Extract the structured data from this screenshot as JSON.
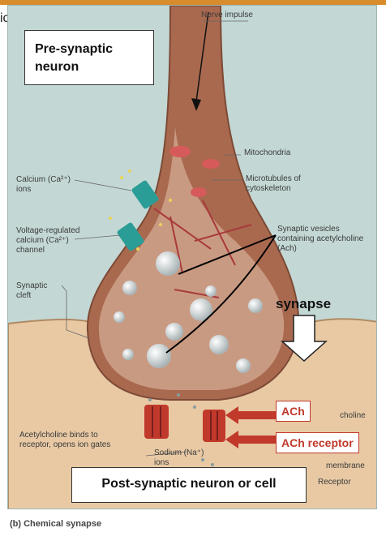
{
  "callouts": {
    "pre_synaptic": "Pre-synaptic neuron",
    "post_synaptic": "Post-synaptic neuron or cell",
    "synapse": "synapse",
    "ach": "ACh",
    "ach_receptor": "ACh receptor"
  },
  "labels": {
    "nerve_impulse": "Nerve impulse",
    "mitochondria": "Mitochondria",
    "microtubules": "Microtubules of cytoskeleton",
    "calcium_ions": "Calcium (Ca²⁺) ions",
    "calcium_channel": "Voltage-regulated calcium (Ca²⁺) channel",
    "synaptic_vesicles": "Synaptic vesicles containing acetylcholine (Ach)",
    "synaptic_cleft": "Synaptic cleft",
    "ach_binds": "Acetylcholine binds to receptor, opens ion gates",
    "sodium_ions": "Sodium (Na⁺) ions",
    "acetylcholine_partial": "choline",
    "membrane_partial": "membrane",
    "receptor_partial": "Receptor",
    "left_edge_partial": "ic"
  },
  "caption": "(b) Chemical synapse",
  "colors": {
    "background": "#c3d8d5",
    "terminal": "#a9694f",
    "cytoplasm": "#c99a82",
    "red_accent": "#c0392b",
    "channel": "#2a9d96"
  }
}
